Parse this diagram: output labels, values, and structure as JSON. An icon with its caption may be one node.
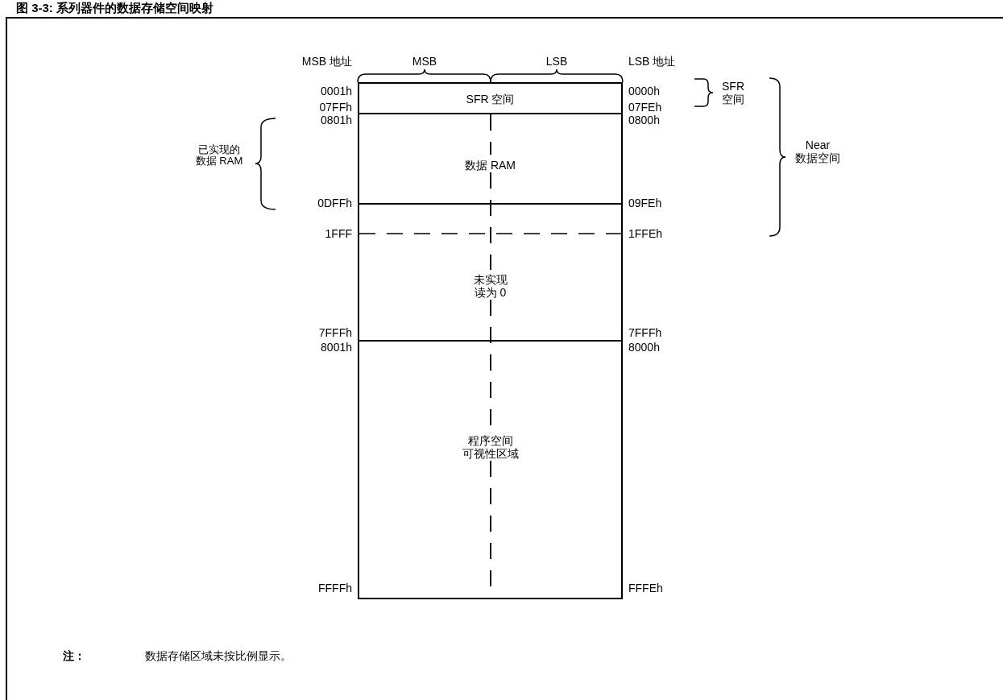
{
  "diagram": {
    "title": "图 3-3: 系列器件的数据存储空间映射",
    "nodes": [
      {
        "text": [
          "SFR 空间"
        ]
      },
      {
        "text": [
          "数据 RAM"
        ]
      },
      {
        "text": [
          "未实现读为 0"
        ]
      },
      {
        "text": [
          "程序空间可视性区域"
        ]
      }
    ],
    "labels": [
      "MSB 地址",
      "MSB",
      "LSB",
      "LSB 地址",
      "0001h",
      "0000h",
      "SFR 空间",
      "07FFh",
      "07FEh",
      "0801h",
      "0800h",
      "已实现的数据 RAM",
      "Near 数据空间",
      "0DFFh",
      "09FEh",
      "1FFF",
      "1FFEh",
      "7FFFh",
      "7FFFh",
      "8001h",
      "8000h",
      "FFFFh",
      "FFFEh",
      "注：",
      "数据存储区域未按比例显示。"
    ]
  }
}
